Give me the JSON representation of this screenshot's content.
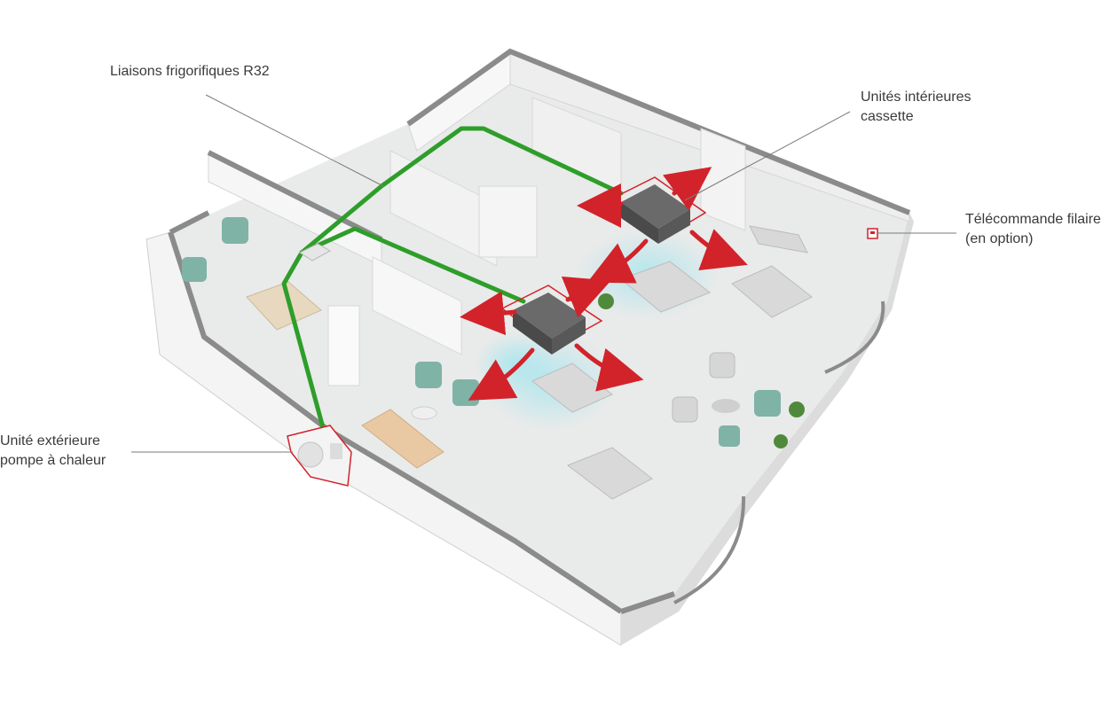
{
  "labels": {
    "pipes": {
      "lines": [
        "Liaisons frigorifiques R32"
      ]
    },
    "indoor": {
      "lines": [
        "Unités intérieures",
        "cassette"
      ]
    },
    "remote": {
      "lines": [
        "Télécommande filaire",
        "(en option)"
      ]
    },
    "outdoor": {
      "lines": [
        "Unité extérieure",
        "pompe à chaleur"
      ]
    }
  },
  "colors": {
    "pipe": "#2e9e2a",
    "accent": "#d2232a",
    "airflow": "#a9e6ee",
    "floor": "#e9eaea",
    "wall": "#f4f4f4",
    "wall_shade": "#cfcfcf",
    "wall_top": "#8b8b8b",
    "furniture": "#7fb3a6",
    "unit": "#5a5a5a",
    "leader": "#7a7a7a",
    "text": "#3a3a3a"
  },
  "icons": [
    "cassette-unit-icon",
    "outdoor-unit-icon",
    "wall-remote-icon",
    "airflow-arrow-icon"
  ]
}
